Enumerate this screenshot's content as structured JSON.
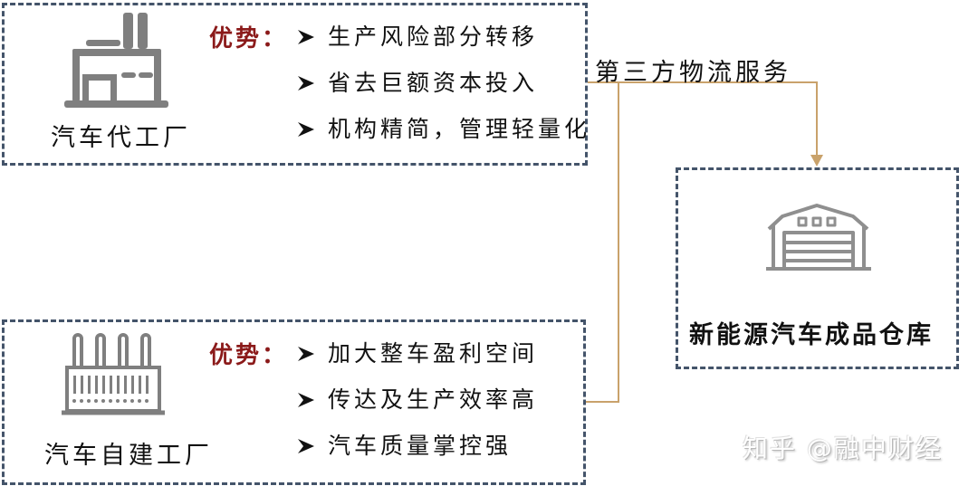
{
  "top_box": {
    "title": "汽车代工厂",
    "icon": "factory-icon",
    "advantage_label": "优势：",
    "bullets": [
      "生产风险部分转移",
      "省去巨额资本投入",
      "机构精简，管理轻量化"
    ]
  },
  "bottom_box": {
    "title": "汽车自建工厂",
    "icon": "industrial-plant-icon",
    "advantage_label": "优势：",
    "bullets": [
      "加大整车盈利空间",
      "传达及生产效率高",
      "汽车质量掌控强"
    ]
  },
  "connector": {
    "label": "第三方物流服务",
    "color": "#c9a26b"
  },
  "target_box": {
    "title": "新能源汽车成品仓库",
    "icon": "warehouse-icon"
  },
  "watermark": "知乎 @融中财经",
  "colors": {
    "border": "#44546a",
    "advantage_text": "#8b1a1a",
    "icon_gray": "#7f7f7f",
    "connector": "#c9a26b"
  }
}
